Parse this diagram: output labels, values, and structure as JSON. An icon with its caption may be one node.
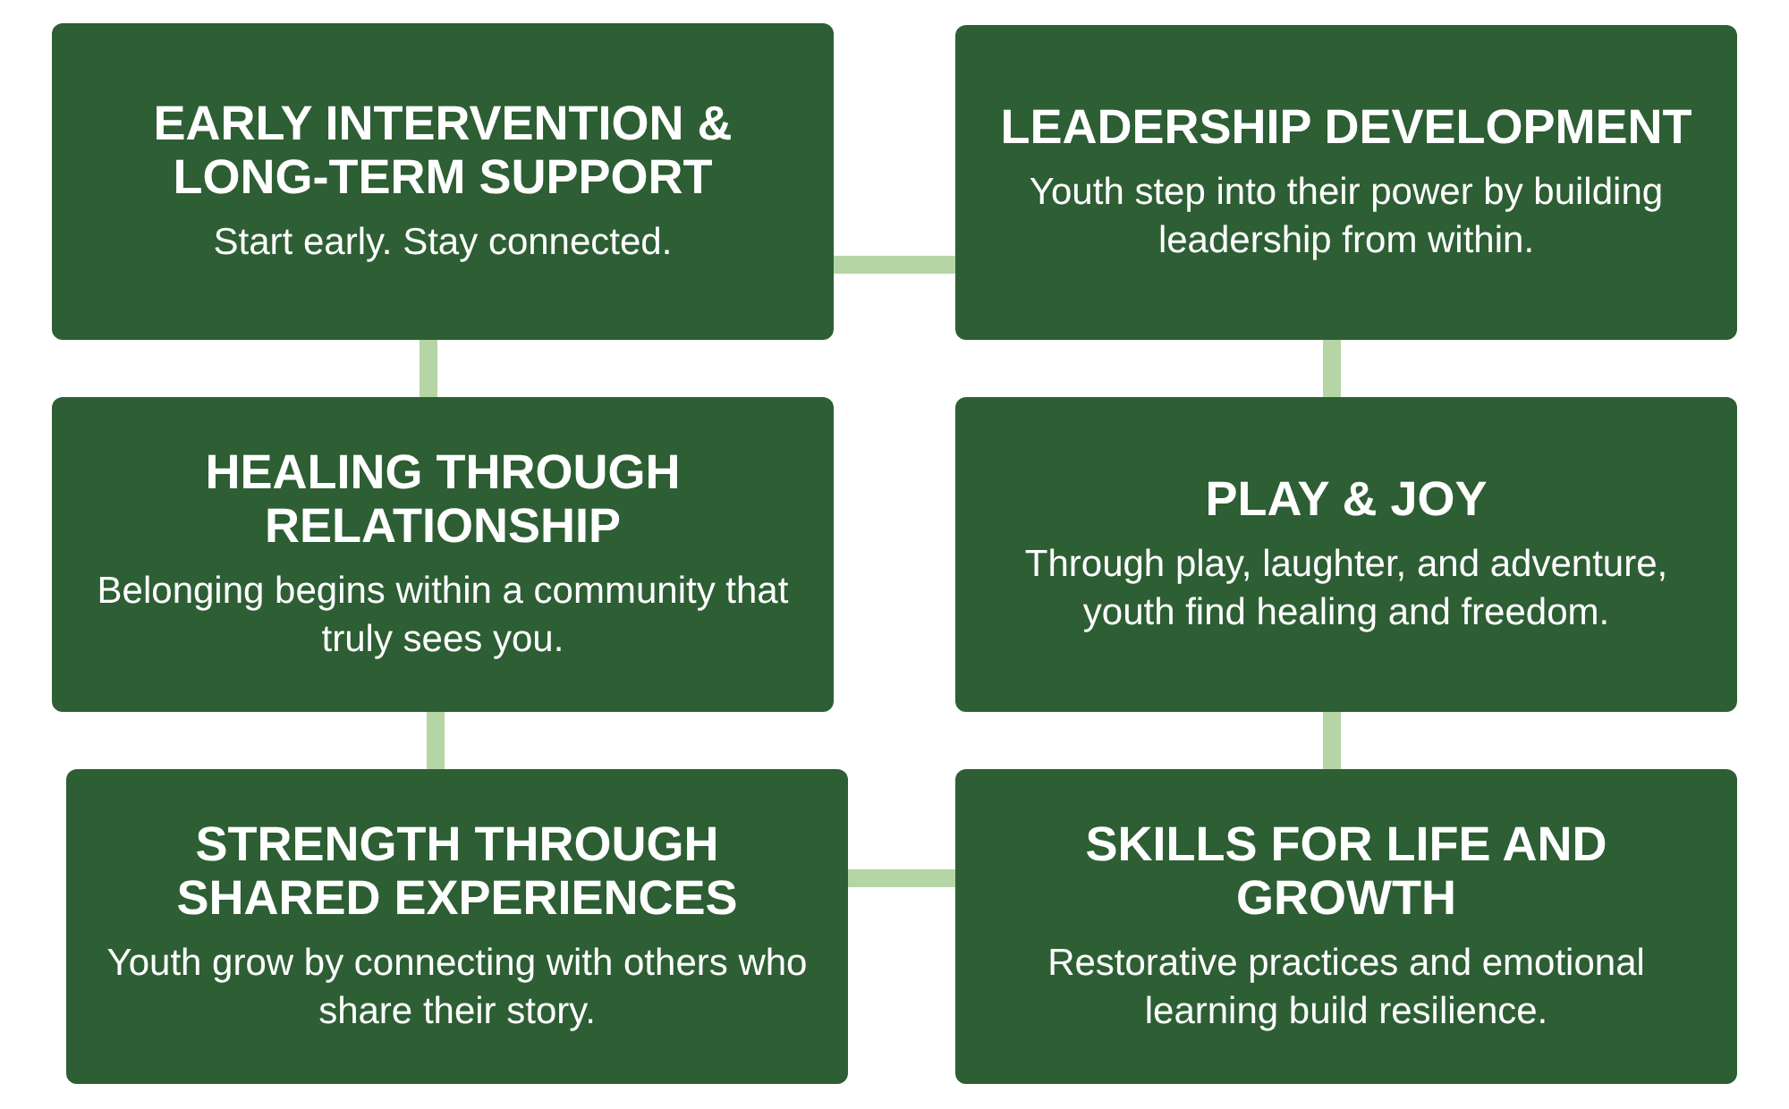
{
  "diagram": {
    "nodes": [
      {
        "text": [
          "EARLY INTERVENTION & LONG-TERM SUPPORT",
          "Start early. Stay connected."
        ]
      },
      {
        "text": [
          "LEADERSHIP DEVELOPMENT",
          "Youth step into their power by building leadership from within."
        ]
      },
      {
        "text": [
          "HEALING THROUGH RELATIONSHIP",
          "Belonging begins within a community that truly sees you."
        ]
      },
      {
        "text": [
          "PLAY & JOY",
          "Through play, laughter, and adventure, youth find healing and freedom."
        ]
      },
      {
        "text": [
          "STRENGTH THROUGH SHARED EXPERIENCES",
          "Youth grow by connecting with others who share their story."
        ]
      },
      {
        "text": [
          "SKILLS FOR LIFE AND GROWTH",
          "Restorative practices and emotional learning build resilience."
        ]
      }
    ],
    "edges": [
      {
        "from": 0,
        "to": 1,
        "arrow": "none"
      },
      {
        "from": 0,
        "to": 2,
        "arrow": "none"
      },
      {
        "from": 1,
        "to": 3,
        "arrow": "none"
      },
      {
        "from": 2,
        "to": 4,
        "arrow": "none"
      },
      {
        "from": 3,
        "to": 5,
        "arrow": "none"
      },
      {
        "from": 4,
        "to": 5,
        "arrow": "none"
      }
    ]
  }
}
